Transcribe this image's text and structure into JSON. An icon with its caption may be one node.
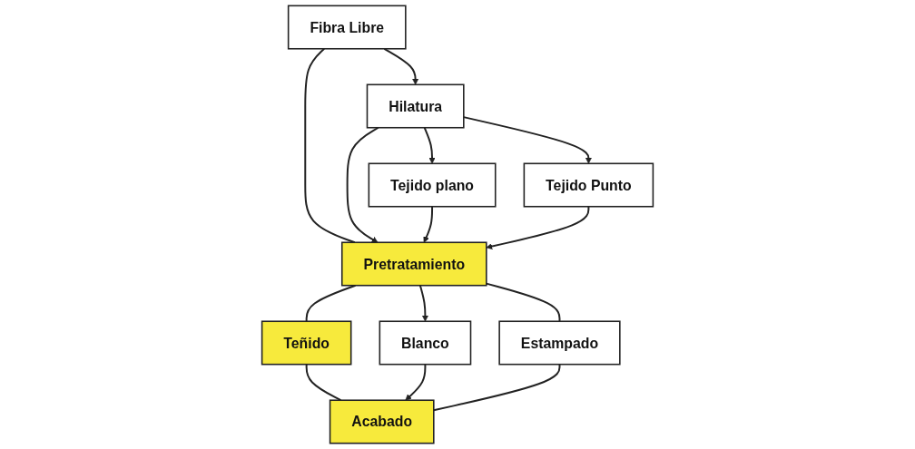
{
  "diagram": {
    "nodes": [
      {
        "text": [
          "Fibra Libre"
        ]
      },
      {
        "text": [
          "Hilatura"
        ]
      },
      {
        "text": [
          "Tejido plano"
        ]
      },
      {
        "text": [
          "Tejido Punto"
        ]
      },
      {
        "text": [
          "Pretratamiento"
        ]
      },
      {
        "text": [
          "Teñido"
        ]
      },
      {
        "text": [
          "Blanco"
        ]
      },
      {
        "text": [
          "Estampado"
        ]
      },
      {
        "text": [
          "Acabado"
        ]
      }
    ],
    "edges": [
      {
        "from": 0,
        "to": 1,
        "arrow": "to"
      },
      {
        "from": 0,
        "to": 4,
        "arrow": "none"
      },
      {
        "from": 1,
        "to": 2,
        "arrow": "to"
      },
      {
        "from": 1,
        "to": 3,
        "arrow": "to"
      },
      {
        "from": 1,
        "to": 4,
        "arrow": "to"
      },
      {
        "from": 2,
        "to": 4,
        "arrow": "to"
      },
      {
        "from": 3,
        "to": 4,
        "arrow": "to"
      },
      {
        "from": 4,
        "to": 5,
        "arrow": "none"
      },
      {
        "from": 4,
        "to": 6,
        "arrow": "to"
      },
      {
        "from": 4,
        "to": 7,
        "arrow": "none"
      },
      {
        "from": 5,
        "to": 8,
        "arrow": "none"
      },
      {
        "from": 6,
        "to": 8,
        "arrow": "to"
      },
      {
        "from": 7,
        "to": 8,
        "arrow": "none"
      }
    ]
  }
}
